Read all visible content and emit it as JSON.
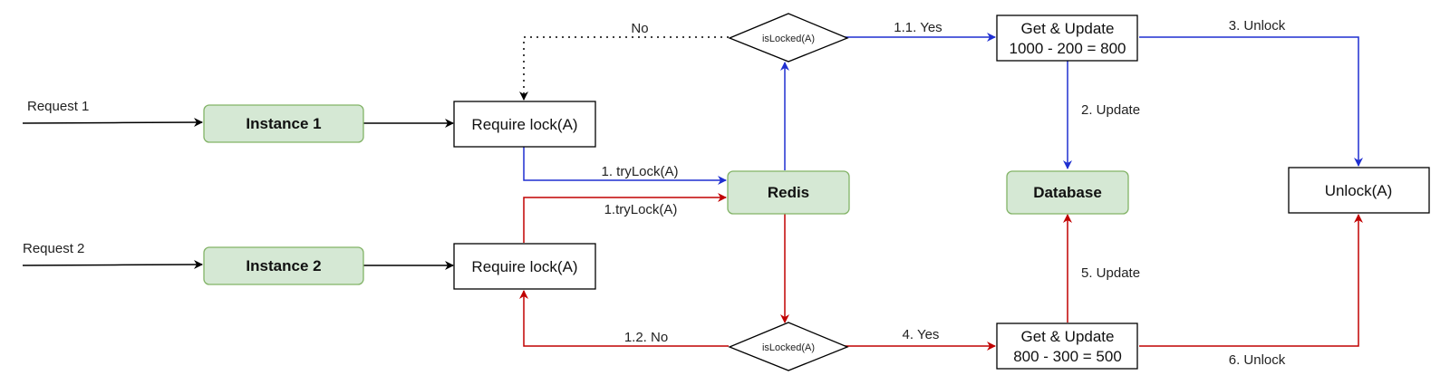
{
  "colors": {
    "blue": "#1f2fd0",
    "red": "#c00000",
    "black": "#000000",
    "green_fill": "#d5e8d4",
    "green_stroke": "#82b366"
  },
  "inputs": {
    "request1": "Request 1",
    "request2": "Request 2"
  },
  "nodes": {
    "instance1": "Instance 1",
    "instance2": "Instance 2",
    "require_lock_1": "Require lock(A)",
    "require_lock_2": "Require lock(A)",
    "redis": "Redis",
    "is_locked_top": "isLocked(A)",
    "is_locked_bottom": "isLocked(A)",
    "get_update_top_line1": "Get & Update",
    "get_update_top_line2": "1000 - 200 = 800",
    "get_update_bottom_line1": "Get & Update",
    "get_update_bottom_line2": "800 - 300 = 500",
    "database": "Database",
    "unlock": "Unlock(A)"
  },
  "edges": {
    "no_top": "No",
    "try_lock_1": "1. tryLock(A)",
    "try_lock_2": "1.tryLock(A)",
    "yes_top": "1.1. Yes",
    "update_top": "2. Update",
    "unlock_top": "3. Unlock",
    "no_bottom": "1.2. No",
    "yes_bottom": "4. Yes",
    "update_bottom": "5. Update",
    "unlock_bottom": "6. Unlock"
  }
}
